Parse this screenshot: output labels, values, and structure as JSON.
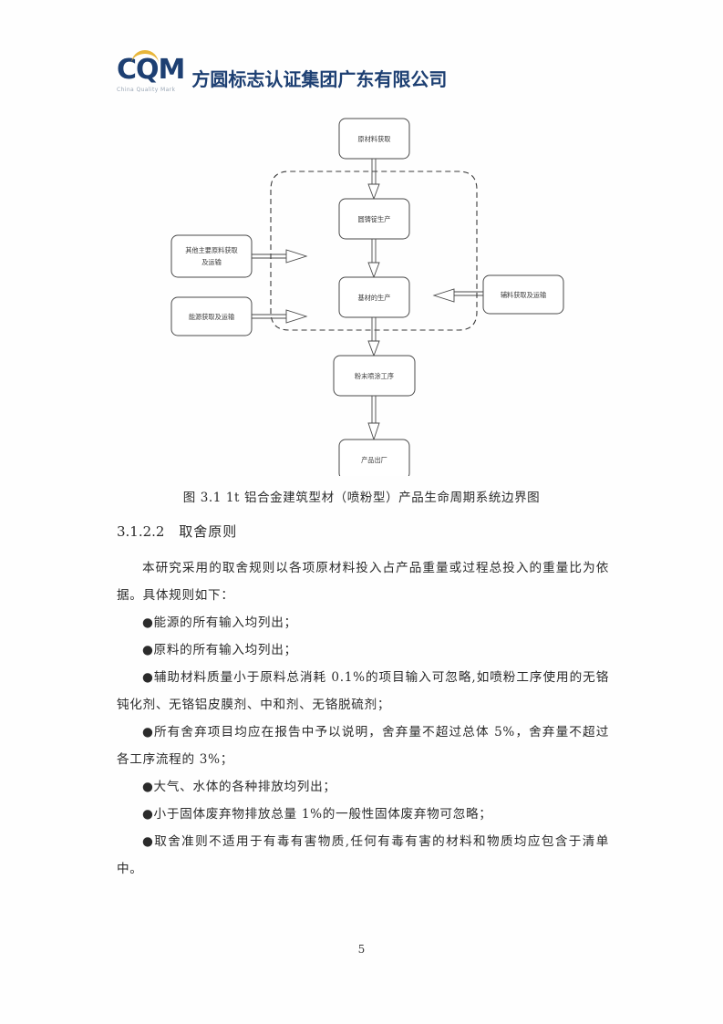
{
  "header": {
    "logo_mark": "CQM",
    "logo_tagline": "China Quality Mark",
    "company_name": "方圆标志认证集团广东有限公司",
    "brand_color": "#1d3f72",
    "accent_color": "#e8b63a"
  },
  "diagram": {
    "nodes": {
      "raw_material": "原材料获取",
      "ingot": "圆铸锭生产",
      "substrate": "基材的生产",
      "powder_coating": "粉末喷涂工序",
      "product_out": "产品出厂",
      "other_main_material_line1": "其他主要原料获取",
      "other_main_material_line2": "及运输",
      "energy": "能源获取及运输",
      "auxiliary": "辅料获取及运输"
    },
    "boundary_style": "dashed",
    "line_color": "#4a4a4a"
  },
  "caption": "图 3.1 1t 铝合金建筑型材（喷粉型）产品生命周期系统边界图",
  "section": {
    "number": "3.1.2.2",
    "title": "取舍原则"
  },
  "paragraphs": {
    "intro": "本研究采用的取舍规则以各项原材料投入占产品重量或过程总投入的重量比为依据。具体规则如下：",
    "bullets": [
      "●能源的所有输入均列出；",
      "●原料的所有输入均列出；",
      "●辅助材料质量小于原料总消耗 0.1%的项目输入可忽略,如喷粉工序使用的无铬钝化剂、无铬铝皮膜剂、中和剂、无铬脱硫剂；",
      "●所有舍弃项目均应在报告中予以说明，舍弃量不超过总体 5%，舍弃量不超过各工序流程的 3%；",
      "●大气、水体的各种排放均列出；",
      "●小于固体废弃物排放总量 1%的一般性固体废弃物可忽略；",
      "●取舍准则不适用于有毒有害物质,任何有毒有害的材料和物质均应包含于清单中。"
    ]
  },
  "page_number": "5"
}
